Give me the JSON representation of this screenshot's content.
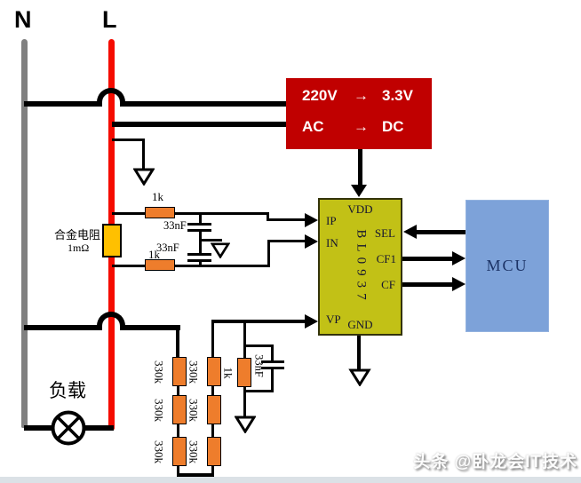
{
  "rails": {
    "neutral_label": "N",
    "live_label": "L"
  },
  "power_module": {
    "row1": {
      "from": "220V",
      "arrow": "→",
      "to": "3.3V"
    },
    "row2": {
      "from": "AC",
      "arrow": "→",
      "to": "DC"
    }
  },
  "chip": {
    "name": "BL0937",
    "pins": {
      "vdd": "VDD",
      "ip": "IP",
      "in": "IN",
      "sel": "SEL",
      "cf1": "CF1",
      "cf": "CF",
      "vp": "VP",
      "gnd": "GND"
    }
  },
  "mcu": {
    "label": "MCU"
  },
  "shunt": {
    "name": "合金电阻",
    "value": "1mΩ"
  },
  "current_sense": {
    "r_upper": "1k",
    "r_lower": "1k",
    "c_upper": "33nF",
    "c_lower": "33nF"
  },
  "voltage_sense": {
    "divider_left": [
      "330k",
      "330k",
      "330k"
    ],
    "divider_right": [
      "330k",
      "330k",
      "330k"
    ],
    "r_filter": "1k",
    "c_filter": "33nF"
  },
  "load": {
    "label": "负载"
  },
  "watermark": {
    "text": "头条 @卧龙会IT技术"
  },
  "colors": {
    "live": "#f50c00",
    "neutral": "#808080",
    "power_box": "#c00000",
    "chip": "#c2c116",
    "mcu": "#7da2d9",
    "resistor": "#ee7d2c",
    "shunt": "#ffc000"
  }
}
